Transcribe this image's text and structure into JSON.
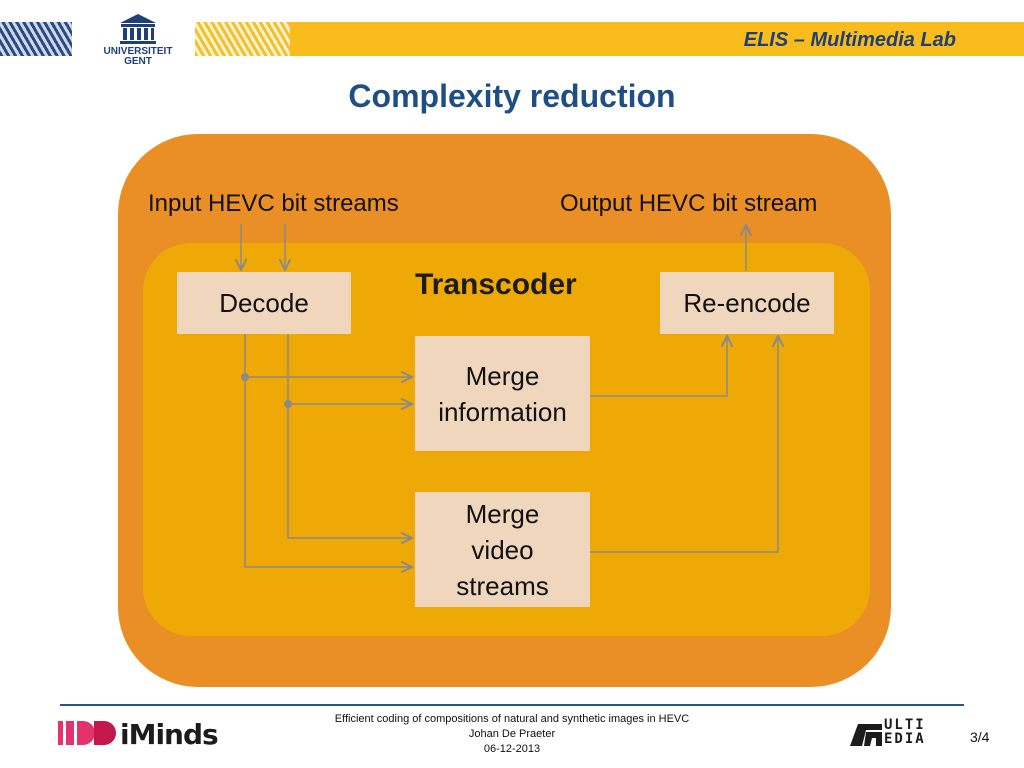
{
  "header": {
    "title": "ELIS – Multimedia Lab",
    "logo_line1": "UNIVERSITEIT",
    "logo_line2": "GENT"
  },
  "slide": {
    "title": "Complexity reduction"
  },
  "diagram": {
    "input_label": "Input HEVC bit streams",
    "output_label": "Output HEVC bit stream",
    "transcoder_label": "Transcoder",
    "decode": "Decode",
    "reencode": "Re-encode",
    "merge_info": [
      "Merge",
      "information"
    ],
    "merge_video": [
      "Merge",
      "video",
      "streams"
    ]
  },
  "footer": {
    "line1": "Efficient coding of compositions of natural and synthetic images in HEVC",
    "line2": "Johan De Praeter",
    "line3": "06-12-2013",
    "iminds": "iMinds",
    "multimedia_line1": "ULTI",
    "multimedia_line2": "EDIA",
    "page": "3/4"
  },
  "colors": {
    "outer_box": "#ea8f25",
    "inner_box": "#efa907",
    "node_fill": "#efd6bd",
    "title_blue": "#1f4e84",
    "header_yellow": "#f8bd1d",
    "wire": "#8a8a8a"
  }
}
